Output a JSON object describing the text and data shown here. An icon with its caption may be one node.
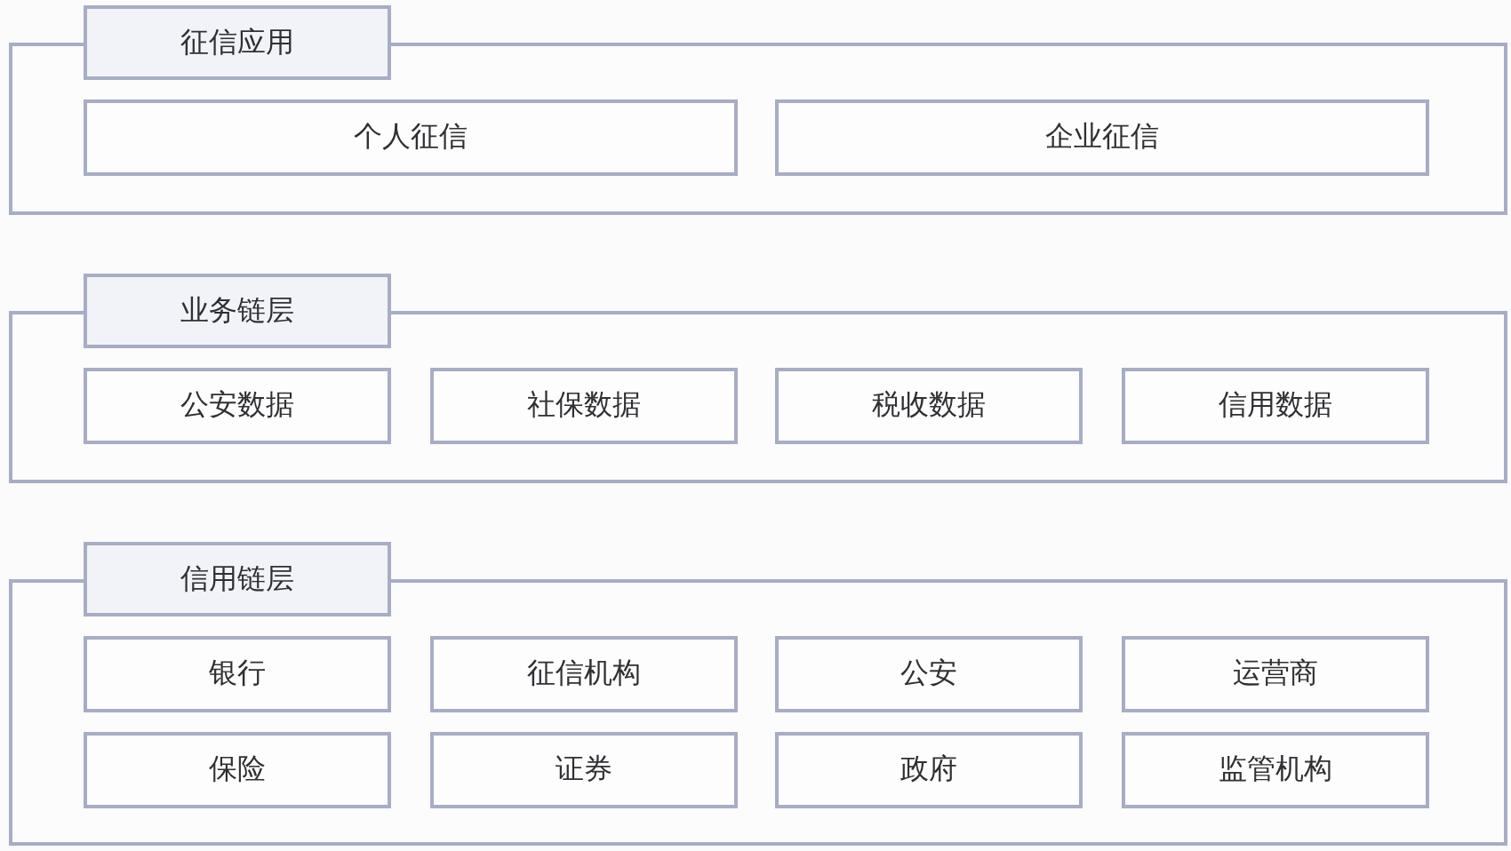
{
  "diagram": {
    "nodes": [
      {
        "text": [
          "征信应用"
        ]
      },
      {
        "text": [
          "个人征信"
        ],
        "in": 0
      },
      {
        "text": [
          "企业征信"
        ],
        "in": 0
      },
      {
        "text": [
          "业务链层"
        ]
      },
      {
        "text": [
          "公安数据"
        ],
        "in": 3
      },
      {
        "text": [
          "社保数据"
        ],
        "in": 3
      },
      {
        "text": [
          "税收数据"
        ],
        "in": 3
      },
      {
        "text": [
          "信用数据"
        ],
        "in": 3
      },
      {
        "text": [
          "信用链层"
        ]
      },
      {
        "text": [
          "银行"
        ],
        "in": 8
      },
      {
        "text": [
          "征信机构"
        ],
        "in": 8
      },
      {
        "text": [
          "公安"
        ],
        "in": 8
      },
      {
        "text": [
          "运营商"
        ],
        "in": 8
      },
      {
        "text": [
          "保险"
        ],
        "in": 8
      },
      {
        "text": [
          "证券"
        ],
        "in": 8
      },
      {
        "text": [
          "政府"
        ],
        "in": 8
      },
      {
        "text": [
          "监管机构"
        ],
        "in": 8
      }
    ],
    "edges": []
  }
}
